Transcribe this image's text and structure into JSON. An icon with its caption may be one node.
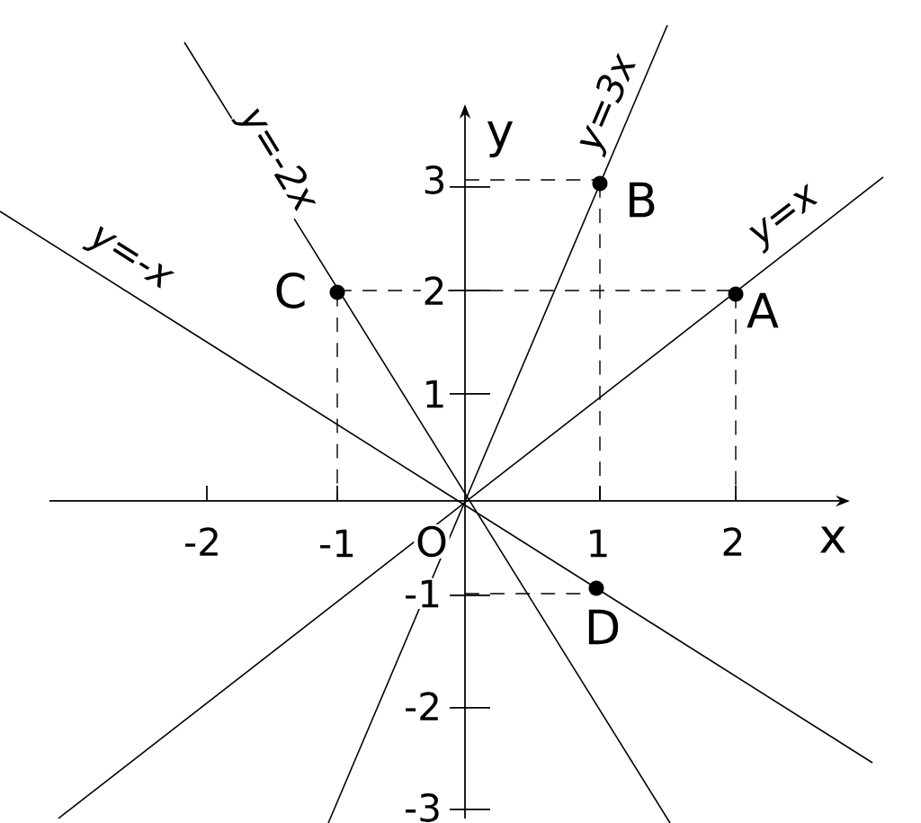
{
  "diagram": {
    "labels": [
      "y=3x",
      "y",
      "y=-2x",
      "3",
      "B",
      "y=x",
      "y=-x",
      "C",
      "2",
      "A",
      "1",
      "-2",
      "-1",
      "O",
      "1",
      "2",
      "x",
      "-1",
      "D",
      "-2",
      "-3"
    ]
  }
}
